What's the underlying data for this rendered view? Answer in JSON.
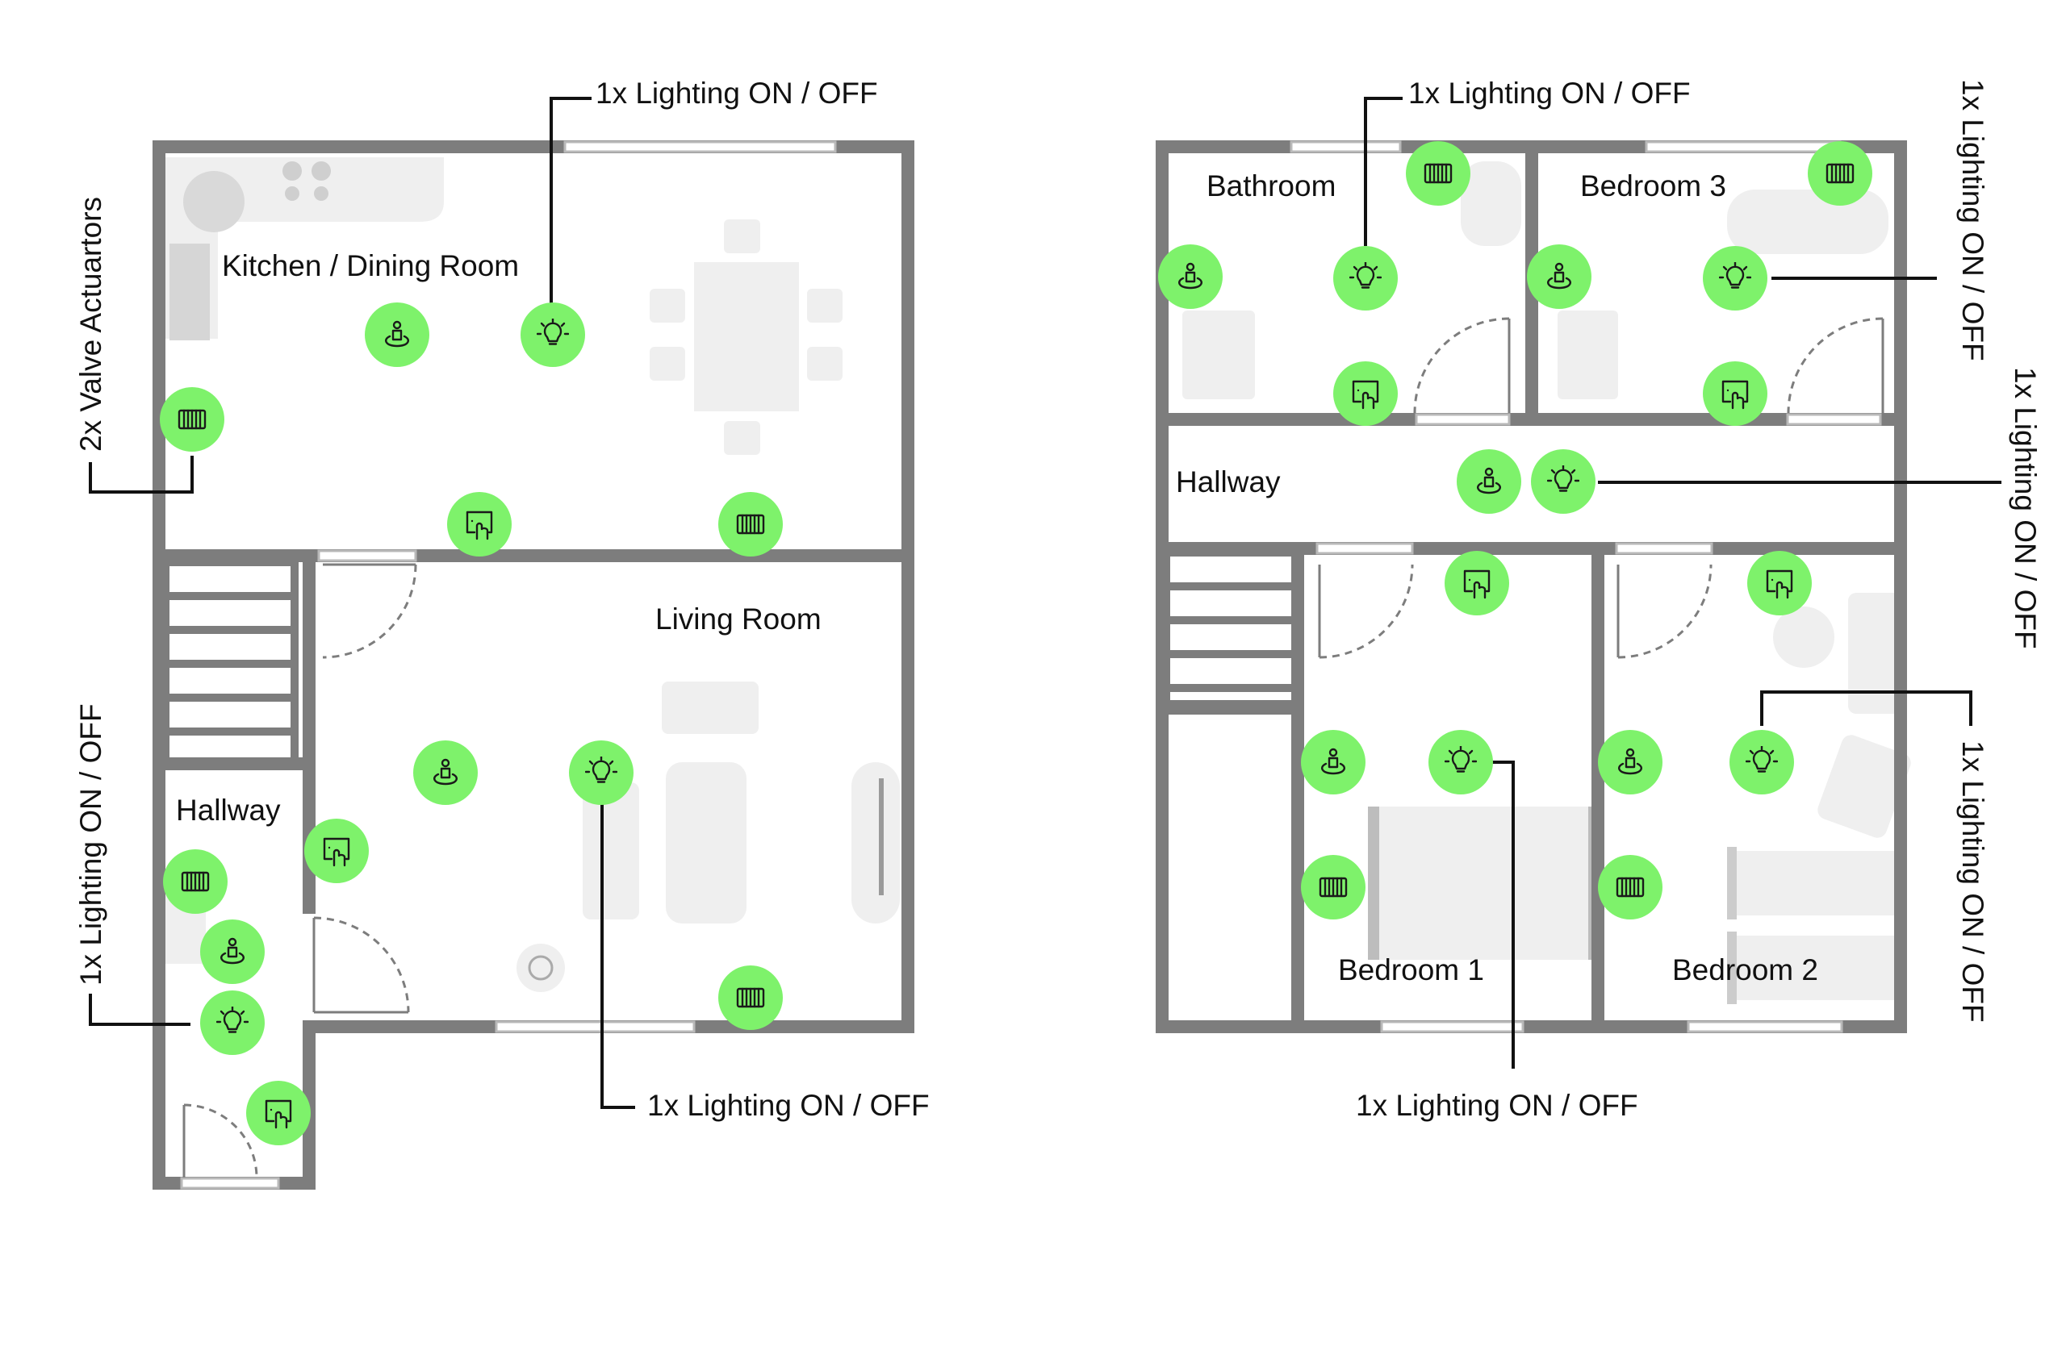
{
  "colors": {
    "device": "#7ef26b",
    "wall": "#7d7d7d",
    "furniture": "#efefef",
    "text": "#111111"
  },
  "icons": {
    "light": "light-bulb-icon",
    "motion": "motion-sensor-icon",
    "switch": "touch-switch-icon",
    "radiator": "radiator-valve-icon"
  },
  "ground_floor": {
    "rooms": {
      "kitchen": "Kitchen / Dining Room",
      "living": "Living Room",
      "hallway": "Hallway"
    },
    "callouts": {
      "kitchen_lighting": "1x Lighting ON / OFF",
      "valves": "2x Valve Actuartors",
      "hallway_lighting": "1x Lighting ON / OFF",
      "living_lighting": "1x Lighting ON / OFF"
    }
  },
  "first_floor": {
    "rooms": {
      "bathroom": "Bathroom",
      "bedroom3": "Bedroom 3",
      "hallway": "Hallway",
      "bedroom1": "Bedroom 1",
      "bedroom2": "Bedroom 2"
    },
    "callouts": {
      "bathroom_lighting": "1x Lighting ON / OFF",
      "bedroom3_lighting": "1x Lighting ON / OFF",
      "hallway_lighting": "1x Lighting ON / OFF",
      "bedroom2_lighting": "1x Lighting ON / OFF",
      "bedroom1_lighting": "1x Lighting ON / OFF"
    }
  }
}
